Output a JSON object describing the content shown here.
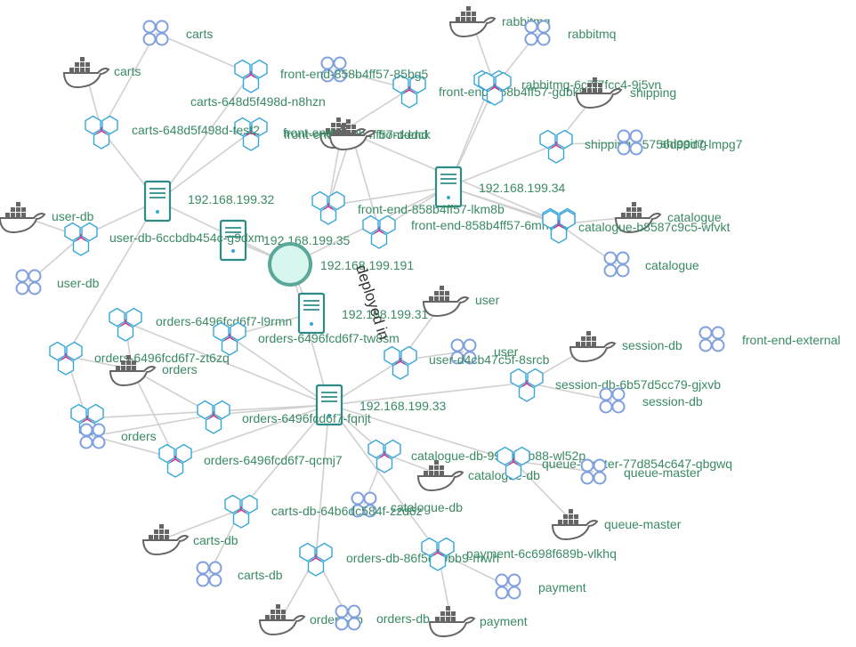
{
  "colors": {
    "edge": "#d0d0d0",
    "label": "#3a8a64",
    "pod_outline": "#36a6d8",
    "pod_spoke": "#d63384",
    "host": "#2e8b87",
    "selected_fill": "#d7f7ee",
    "selected_stroke": "#5aa89a",
    "service": "#7fa0e0",
    "container": "#666666"
  },
  "rotated_label": "deployed in",
  "nodes": [
    {
      "id": "host-32",
      "kind": "host",
      "label": "192.168.199.32"
    },
    {
      "id": "host-35",
      "kind": "host",
      "label": "192.168.199.35"
    },
    {
      "id": "host-191",
      "kind": "host-selected",
      "label": "192.168.199.191"
    },
    {
      "id": "host-31",
      "kind": "host",
      "label": "192.168.199.31"
    },
    {
      "id": "host-34",
      "kind": "host",
      "label": "192.168.199.34"
    },
    {
      "id": "host-33",
      "kind": "host",
      "label": "192.168.199.33"
    },
    {
      "id": "svc-carts",
      "kind": "service",
      "label": "carts"
    },
    {
      "id": "ctr-carts",
      "kind": "container",
      "label": "carts"
    },
    {
      "id": "pod-carts-n8hzn",
      "kind": "pod",
      "label": "carts-648d5f498d-n8hzn"
    },
    {
      "id": "pod-carts-test2",
      "kind": "pod",
      "label": "carts-648d5f498d-test2"
    },
    {
      "id": "pod-carts-unl",
      "kind": "pod",
      "label": ""
    },
    {
      "id": "ctr-frontend-a",
      "kind": "container",
      "label": "front-end"
    },
    {
      "id": "svc-frontend-a",
      "kind": "service",
      "label": ""
    },
    {
      "id": "pod-frontend-bg5",
      "kind": "pod",
      "label": "front-end-858b4ff57-85bg5"
    },
    {
      "id": "pod-frontend-dck",
      "kind": "pod",
      "label": "front-end-858b4ff57-dddck"
    },
    {
      "id": "ctr-frontend-b",
      "kind": "container",
      "label": "front-end"
    },
    {
      "id": "pod-frontend-lkm8b",
      "kind": "pod",
      "label": "front-end-858b4ff57-lkm8b"
    },
    {
      "id": "pod-frontend-6mhd6",
      "kind": "pod",
      "label": "front-end-858b4ff57-6mhd46"
    },
    {
      "id": "pod-frontend-gdbk9",
      "kind": "pod",
      "label": "front-end-858b4ff57-gdbk9"
    },
    {
      "id": "ctr-rabbitmq",
      "kind": "container",
      "label": "rabbitmq"
    },
    {
      "id": "svc-rabbitmq",
      "kind": "service",
      "label": "rabbitmq"
    },
    {
      "id": "pod-rabbitmq",
      "kind": "pod",
      "label": "rabbitmq-6c7f7fcc4-9j5vn"
    },
    {
      "id": "ctr-shipping",
      "kind": "container",
      "label": "shipping"
    },
    {
      "id": "pod-shipping",
      "kind": "pod",
      "label": "shipping-65756d99d7-lmpg7"
    },
    {
      "id": "svc-shipping",
      "kind": "service",
      "label": "shipping"
    },
    {
      "id": "ctr-catalogue",
      "kind": "container",
      "label": "catalogue"
    },
    {
      "id": "pod-catalogue",
      "kind": "pod",
      "label": "catalogue-b8587c9c5-wfvkt"
    },
    {
      "id": "svc-catalogue",
      "kind": "service",
      "label": "catalogue"
    },
    {
      "id": "ctr-userdb",
      "kind": "container",
      "label": "user-db"
    },
    {
      "id": "pod-userdb",
      "kind": "pod",
      "label": "user-db-6ccbdb454c-g9dxm"
    },
    {
      "id": "svc-userdb",
      "kind": "service",
      "label": "user-db"
    },
    {
      "id": "pod-orders-l9rmn",
      "kind": "pod",
      "label": "orders-6496fcd6f7-l9rmn"
    },
    {
      "id": "pod-orders-tw8sm",
      "kind": "pod",
      "label": "orders-6496fcd6f7-tw8sm"
    },
    {
      "id": "pod-orders-zt6zq",
      "kind": "pod",
      "label": "orders-6496fcd6f7-zt6zq"
    },
    {
      "id": "pod-orders-unl1",
      "kind": "pod",
      "label": ""
    },
    {
      "id": "ctr-orders",
      "kind": "container",
      "label": "orders"
    },
    {
      "id": "svc-orders",
      "kind": "service",
      "label": "orders"
    },
    {
      "id": "pod-orders-fqnjt",
      "kind": "pod",
      "label": "orders-6496fcd6f7-fqnjt"
    },
    {
      "id": "pod-orders-qcmj7",
      "kind": "pod",
      "label": "orders-6496fcd6f7-qcmj7"
    },
    {
      "id": "ctr-user",
      "kind": "container",
      "label": "user"
    },
    {
      "id": "svc-user",
      "kind": "service",
      "label": "user"
    },
    {
      "id": "pod-user",
      "kind": "pod",
      "label": "user-d4cb47c5f-8srcb"
    },
    {
      "id": "ctr-sessiondb",
      "kind": "container",
      "label": "session-db"
    },
    {
      "id": "svc-frontend-ext",
      "kind": "service",
      "label": "front-end-external"
    },
    {
      "id": "pod-sessiondb",
      "kind": "pod",
      "label": "session-db-6b57d5cc79-gjxvb"
    },
    {
      "id": "svc-sessiondb",
      "kind": "service",
      "label": "session-db"
    },
    {
      "id": "pod-cataloguedb",
      "kind": "pod",
      "label": "catalogue-db-99dbcbb88-wl52p"
    },
    {
      "id": "ctr-cataloguedb",
      "kind": "container",
      "label": "catalogue-db"
    },
    {
      "id": "svc-cataloguedb",
      "kind": "service",
      "label": "catalogue-db"
    },
    {
      "id": "pod-queuemaster",
      "kind": "pod",
      "label": "queue-master-77d854c647-qbgwq"
    },
    {
      "id": "svc-queuemaster",
      "kind": "service",
      "label": "queue-master"
    },
    {
      "id": "ctr-queuemaster",
      "kind": "container",
      "label": "queue-master"
    },
    {
      "id": "pod-cartsdb",
      "kind": "pod",
      "label": "carts-db-64b6dc584f-zzd6z"
    },
    {
      "id": "ctr-cartsdb",
      "kind": "container",
      "label": "carts-db"
    },
    {
      "id": "svc-cartsdb",
      "kind": "service",
      "label": "carts-db"
    },
    {
      "id": "pod-ordersdb",
      "kind": "pod",
      "label": "orders-db-86f5c49bb9-mwh"
    },
    {
      "id": "ctr-ordersdb",
      "kind": "container",
      "label": "orders-db"
    },
    {
      "id": "svc-ordersdb",
      "kind": "service",
      "label": "orders-db"
    },
    {
      "id": "pod-payment",
      "kind": "pod",
      "label": "payment-6c698f689b-vlkhq"
    },
    {
      "id": "svc-payment",
      "kind": "service",
      "label": "payment"
    },
    {
      "id": "ctr-payment",
      "kind": "container",
      "label": "payment"
    }
  ],
  "edges": [
    [
      "host-32",
      "pod-carts-n8hzn"
    ],
    [
      "host-32",
      "pod-carts-test2"
    ],
    [
      "host-32",
      "pod-carts-unl"
    ],
    [
      "host-32",
      "pod-userdb"
    ],
    [
      "host-32",
      "pod-orders-zt6zq"
    ],
    [
      "host-32",
      "host-191"
    ],
    [
      "host-35",
      "host-191"
    ],
    [
      "host-31",
      "host-191"
    ],
    [
      "host-34",
      "host-191"
    ],
    [
      "host-33",
      "host-191"
    ],
    [
      "svc-carts",
      "pod-carts-n8hzn"
    ],
    [
      "ctr-carts",
      "pod-carts-unl"
    ],
    [
      "svc-carts",
      "pod-carts-unl"
    ],
    [
      "ctr-frontend-a",
      "pod-frontend-bg5"
    ],
    [
      "ctr-frontend-a",
      "pod-frontend-dck"
    ],
    [
      "ctr-frontend-b",
      "pod-frontend-dck"
    ],
    [
      "ctr-frontend-b",
      "pod-frontend-lkm8b"
    ],
    [
      "ctr-frontend-b",
      "pod-frontend-6mhd6"
    ],
    [
      "svc-frontend-a",
      "pod-frontend-bg5"
    ],
    [
      "host-34",
      "pod-frontend-lkm8b"
    ],
    [
      "host-34",
      "pod-frontend-gdbk9"
    ],
    [
      "host-34",
      "pod-rabbitmq"
    ],
    [
      "host-34",
      "pod-shipping"
    ],
    [
      "host-34",
      "pod-catalogue"
    ],
    [
      "host-34",
      "pod-frontend-6mhd6"
    ],
    [
      "host-34",
      "pod-frontend-dck"
    ],
    [
      "ctr-rabbitmq",
      "pod-rabbitmq"
    ],
    [
      "svc-rabbitmq",
      "pod-rabbitmq"
    ],
    [
      "ctr-shipping",
      "pod-shipping"
    ],
    [
      "svc-shipping",
      "pod-shipping"
    ],
    [
      "ctr-catalogue",
      "pod-catalogue"
    ],
    [
      "svc-catalogue",
      "pod-catalogue"
    ],
    [
      "ctr-userdb",
      "pod-userdb"
    ],
    [
      "svc-userdb",
      "pod-userdb"
    ],
    [
      "host-33",
      "pod-orders-l9rmn"
    ],
    [
      "host-33",
      "pod-orders-tw8sm"
    ],
    [
      "host-33",
      "pod-orders-fqnjt"
    ],
    [
      "host-33",
      "pod-orders-qcmj7"
    ],
    [
      "host-33",
      "pod-user"
    ],
    [
      "host-33",
      "pod-sessiondb"
    ],
    [
      "host-33",
      "pod-cataloguedb"
    ],
    [
      "host-33",
      "pod-queuemaster"
    ],
    [
      "host-33",
      "pod-cartsdb"
    ],
    [
      "host-33",
      "pod-ordersdb"
    ],
    [
      "host-33",
      "pod-payment"
    ],
    [
      "host-33",
      "pod-orders-unl1"
    ],
    [
      "host-31",
      "pod-orders-tw8sm"
    ],
    [
      "ctr-orders",
      "pod-orders-l9rmn"
    ],
    [
      "ctr-orders",
      "pod-orders-zt6zq"
    ],
    [
      "ctr-orders",
      "pod-orders-fqnjt"
    ],
    [
      "ctr-orders",
      "pod-orders-qcmj7"
    ],
    [
      "svc-orders",
      "pod-orders-qcmj7"
    ],
    [
      "svc-orders",
      "pod-orders-unl1"
    ],
    [
      "svc-orders",
      "pod-orders-zt6zq"
    ],
    [
      "svc-orders",
      "pod-orders-fqnjt"
    ],
    [
      "ctr-user",
      "pod-user"
    ],
    [
      "svc-user",
      "pod-user"
    ],
    [
      "ctr-sessiondb",
      "pod-sessiondb"
    ],
    [
      "svc-sessiondb",
      "pod-sessiondb"
    ],
    [
      "ctr-cataloguedb",
      "pod-cataloguedb"
    ],
    [
      "svc-cataloguedb",
      "pod-cataloguedb"
    ],
    [
      "svc-queuemaster",
      "pod-queuemaster"
    ],
    [
      "ctr-queuemaster",
      "pod-queuemaster"
    ],
    [
      "ctr-cartsdb",
      "pod-cartsdb"
    ],
    [
      "svc-cartsdb",
      "pod-cartsdb"
    ],
    [
      "ctr-ordersdb",
      "pod-ordersdb"
    ],
    [
      "svc-ordersdb",
      "pod-ordersdb"
    ],
    [
      "ctr-payment",
      "pod-payment"
    ],
    [
      "svc-payment",
      "pod-payment"
    ]
  ]
}
